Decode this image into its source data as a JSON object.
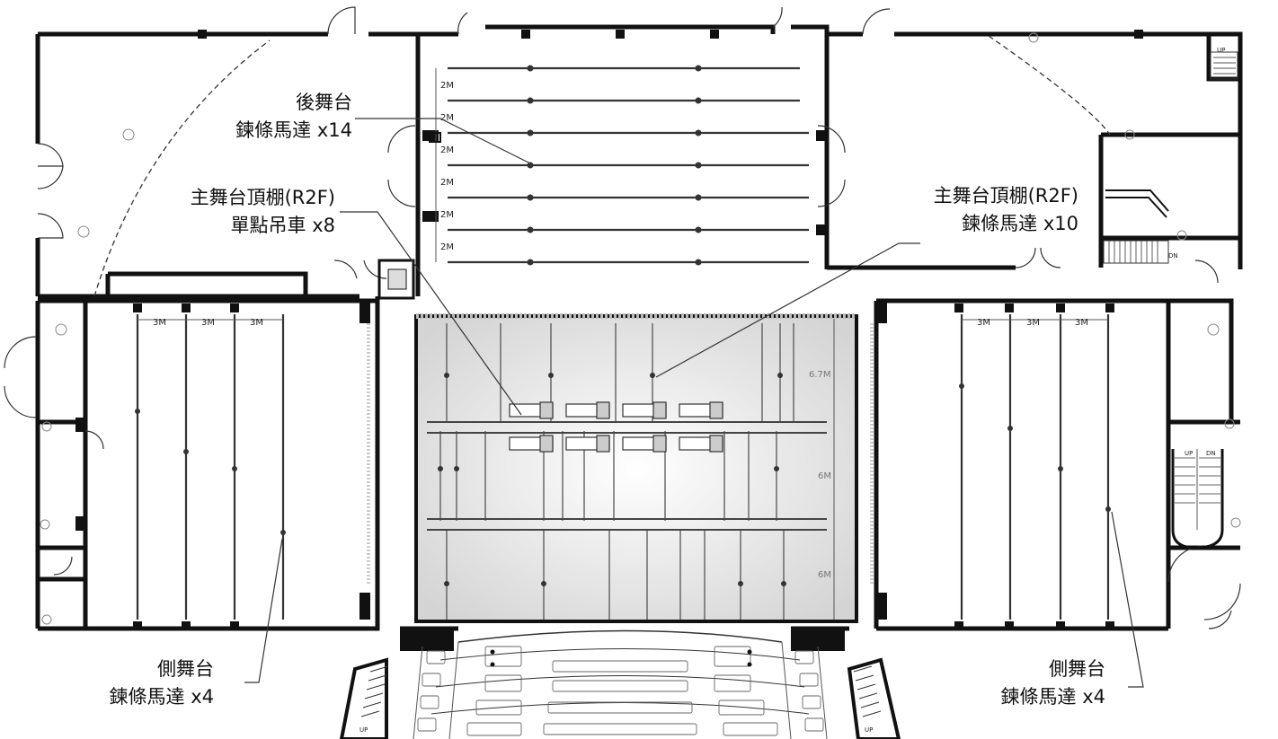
{
  "labels": {
    "rear_stage": {
      "title": "後舞台",
      "detail": "鍊條馬達 x14"
    },
    "main_grid_spot": {
      "title": "主舞台頂棚(R2F)",
      "detail": "單點吊車 x8"
    },
    "main_grid_chain": {
      "title": "主舞台頂棚(R2F)",
      "detail": "鍊條馬達 x10"
    },
    "side_stage_left": {
      "title": "側舞台",
      "detail": "鍊條馬達 x4"
    },
    "side_stage_right": {
      "title": "側舞台",
      "detail": "鍊條馬達 x4"
    }
  },
  "dimensions": {
    "rear_spacing": [
      "2M",
      "2M",
      "2M",
      "2M",
      "2M",
      "2M"
    ],
    "side_left_spacing": [
      "3M",
      "3M",
      "3M"
    ],
    "side_right_spacing": [
      "3M",
      "3M",
      "3M"
    ],
    "main_depth": [
      "6.7M",
      "6M",
      "6M"
    ]
  },
  "stair_marks": {
    "up": "UP",
    "dn": "DN"
  }
}
